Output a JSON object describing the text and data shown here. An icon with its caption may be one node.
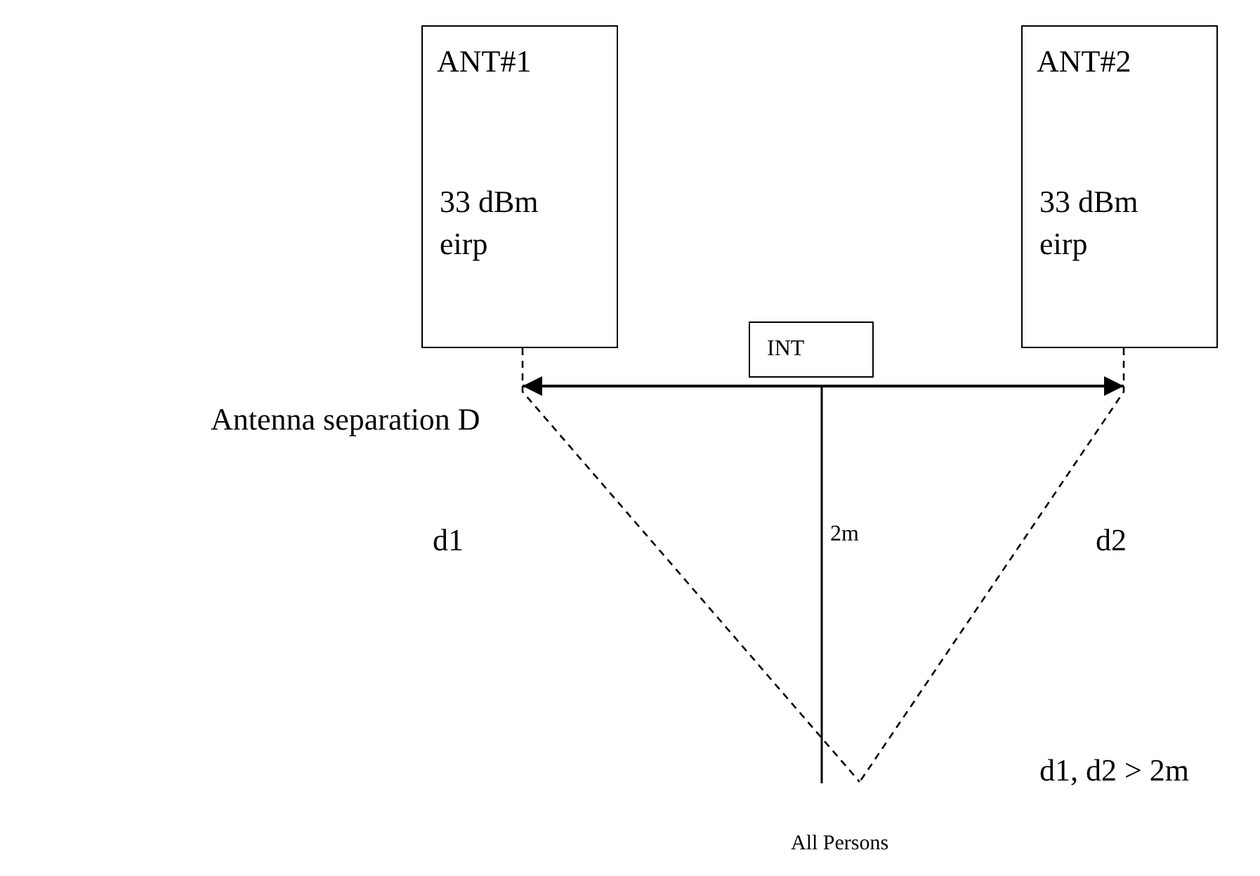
{
  "diagram": {
    "nodes": [
      {
        "text": [
          "ANT#1",
          "33 dBm eirp"
        ]
      },
      {
        "text": [
          "ANT#2",
          "33 dBm eirp"
        ]
      },
      {
        "text": [
          "INT"
        ]
      },
      {
        "text": [
          "All Persons"
        ]
      }
    ],
    "edges": [
      {
        "from": 0,
        "to": 3,
        "arrow": "none",
        "style": "dashed"
      },
      {
        "from": 1,
        "to": 3,
        "arrow": "none",
        "style": "dashed"
      }
    ],
    "labels": [
      "Antenna separation D",
      "d1",
      "2m",
      "d2",
      "d1, d2 > 2m"
    ]
  }
}
